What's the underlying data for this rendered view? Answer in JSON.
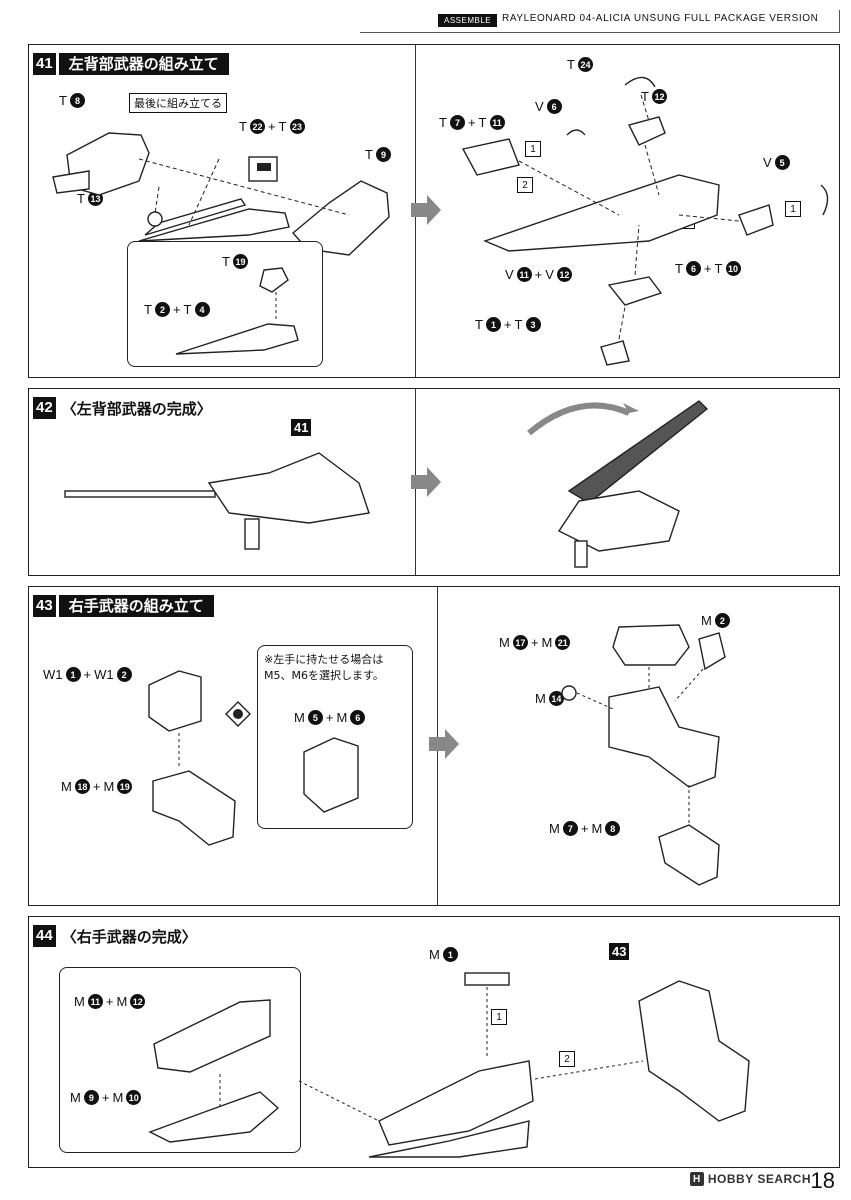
{
  "header": {
    "tag": "ASSEMBLE",
    "model": "RAYLEONARD 04-ALICIA UNSUNG FULL PACKAGE VERSION"
  },
  "steps": [
    {
      "no": "41",
      "title": "左背部武器の組み立て",
      "callout": "最後に組み立てる",
      "labels": {
        "t8": {
          "p": "T",
          "n": "8"
        },
        "t13": {
          "p": "T",
          "n": "13"
        },
        "t22": {
          "p": "T",
          "n": "22"
        },
        "t23": {
          "p": "T",
          "n": "23"
        },
        "t9": {
          "p": "T",
          "n": "9"
        },
        "t19": {
          "p": "T",
          "n": "19"
        },
        "t2": {
          "p": "T",
          "n": "2"
        },
        "t4": {
          "p": "T",
          "n": "4"
        },
        "t7": {
          "p": "T",
          "n": "7"
        },
        "t11": {
          "p": "T",
          "n": "11"
        },
        "v6": {
          "p": "V",
          "n": "6"
        },
        "t24": {
          "p": "T",
          "n": "24"
        },
        "t12": {
          "p": "T",
          "n": "12"
        },
        "v5": {
          "p": "V",
          "n": "5"
        },
        "t6": {
          "p": "T",
          "n": "6"
        },
        "t10": {
          "p": "T",
          "n": "10"
        },
        "v11": {
          "p": "V",
          "n": "11"
        },
        "v12": {
          "p": "V",
          "n": "12"
        },
        "t1": {
          "p": "T",
          "n": "1"
        },
        "t3": {
          "p": "T",
          "n": "3"
        }
      },
      "plus": "+",
      "seq": [
        "1",
        "2",
        "2",
        "1"
      ]
    },
    {
      "no": "42",
      "title": "〈左背部武器の完成〉",
      "ref": "41"
    },
    {
      "no": "43",
      "title": "右手武器の組み立て",
      "note": [
        "※左手に持たせる場合は",
        "M5、M6を選択します。"
      ],
      "labels": {
        "w1a": {
          "p": "W1",
          "n": "1"
        },
        "w1b": {
          "p": "W1",
          "n": "2"
        },
        "m18": {
          "p": "M",
          "n": "18"
        },
        "m19": {
          "p": "M",
          "n": "19"
        },
        "m5": {
          "p": "M",
          "n": "5"
        },
        "m6": {
          "p": "M",
          "n": "6"
        },
        "m17": {
          "p": "M",
          "n": "17"
        },
        "m21": {
          "p": "M",
          "n": "21"
        },
        "m2": {
          "p": "M",
          "n": "2"
        },
        "m14": {
          "p": "M",
          "n": "14"
        },
        "m7": {
          "p": "M",
          "n": "7"
        },
        "m8": {
          "p": "M",
          "n": "8"
        }
      }
    },
    {
      "no": "44",
      "title": "〈右手武器の完成〉",
      "ref": "43",
      "labels": {
        "m11": {
          "p": "M",
          "n": "11"
        },
        "m12": {
          "p": "M",
          "n": "12"
        },
        "m9": {
          "p": "M",
          "n": "9"
        },
        "m10": {
          "p": "M",
          "n": "10"
        },
        "m1": {
          "p": "M",
          "n": "1"
        }
      },
      "seq": [
        "1",
        "2"
      ]
    }
  ],
  "page_number": "18",
  "watermark": {
    "badge": "H",
    "text": "HOBBY SEARCH"
  }
}
